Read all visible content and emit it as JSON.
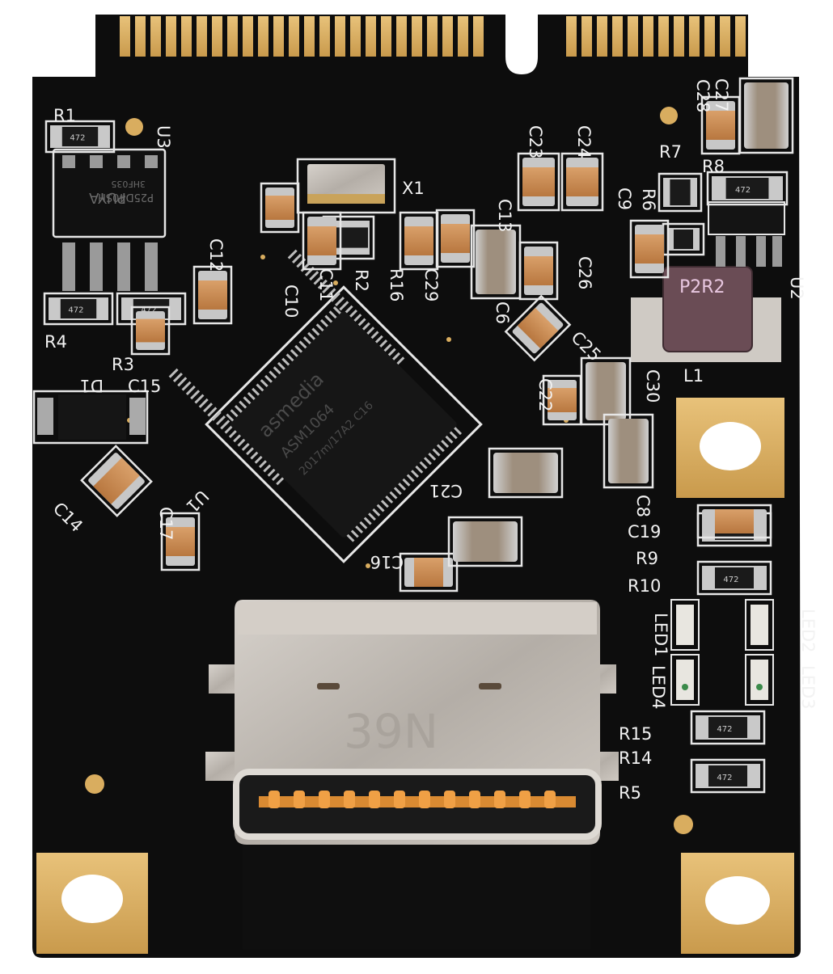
{
  "board": {
    "colors": {
      "pcb": "#0c0c0c",
      "gold": "#d9ad5f",
      "silk": "#f2f2f2",
      "metal": "#bdb7b0",
      "cap": "#c98a52"
    },
    "chips": {
      "controller": {
        "line1": "asmedia",
        "line2": "ASM1064",
        "line3": "2017m/17A2  C16"
      },
      "flash": {
        "line1": "PUYA",
        "line2": "P25D40SH",
        "line3": "3HF035"
      },
      "inductor": "P2R2",
      "connector_marking": "39N",
      "resistor_code": "472"
    },
    "labels": {
      "R1": "R1",
      "U3": "U3",
      "X1": "X1",
      "C23": "C23",
      "C24": "C24",
      "C27": "C27",
      "C28": "C28",
      "R7": "R7",
      "R8": "R8",
      "C9": "C9",
      "R6": "R6",
      "C13": "C13",
      "C12": "C12",
      "C10": "C10",
      "C11": "C11",
      "R2": "R2",
      "R16": "R16",
      "C29": "C29",
      "C26": "C26",
      "C6": "C6",
      "U2": "U2",
      "R4": "R4",
      "R3": "R3",
      "D1": "D1",
      "C15": "C15",
      "L1": "L1",
      "C25": "C25",
      "C22": "C22",
      "C30": "C30",
      "C14": "C14",
      "C17": "C17",
      "U1": "U1",
      "C21": "C21",
      "C8": "C8",
      "C16": "C16",
      "C19": "C19",
      "R9": "R9",
      "R10": "R10",
      "LED1": "LED1",
      "LED2": "LED2",
      "LED4": "LED4",
      "LED3": "LED3",
      "R15": "R15",
      "R14": "R14",
      "R5": "R5"
    }
  }
}
